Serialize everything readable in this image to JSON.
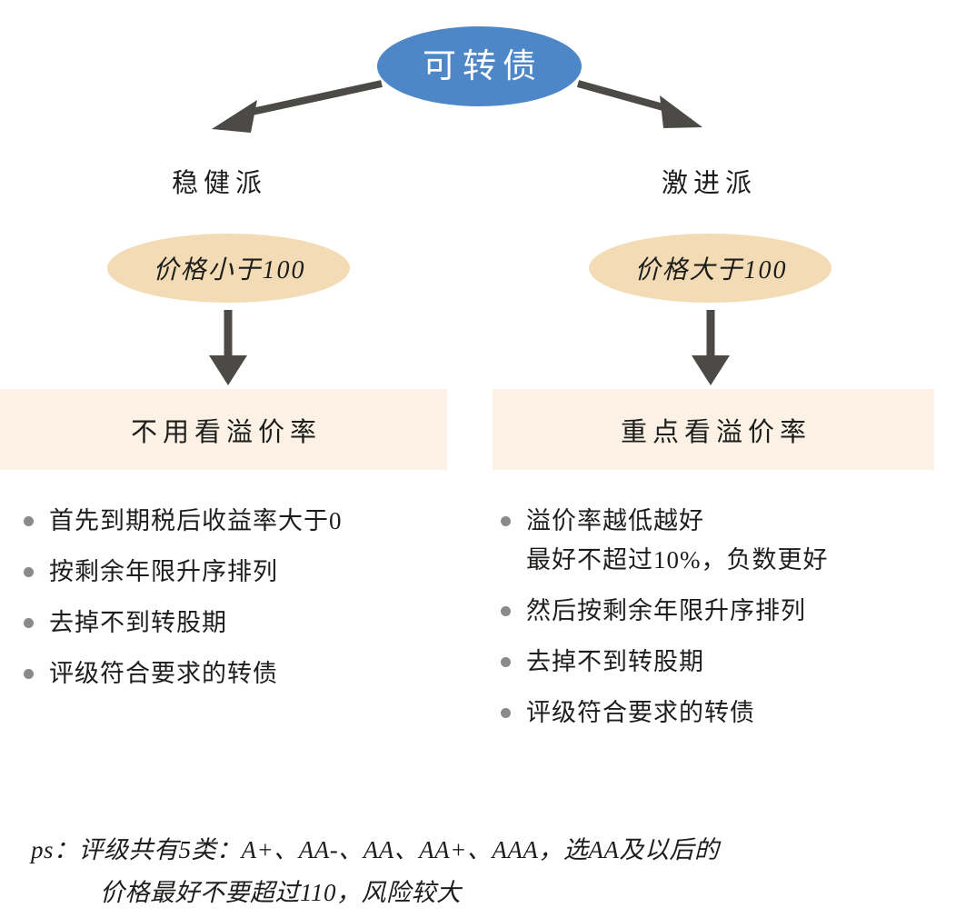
{
  "diagram": {
    "root": {
      "label": "可转债",
      "fill": "#4e87c7",
      "text_color": "#ffffff"
    },
    "branches": [
      {
        "side": "left",
        "branch_label": "稳健派",
        "condition": "价格小于100",
        "condition_fill": "#f3dcb5",
        "result": "不用看溢价率",
        "result_fill": "#fbf1e5",
        "bullets": [
          {
            "text": "首先到期税后收益率大于0",
            "sub": ""
          },
          {
            "text": "按剩余年限升序排列",
            "sub": ""
          },
          {
            "text": "去掉不到转股期",
            "sub": ""
          },
          {
            "text": "评级符合要求的转债",
            "sub": ""
          }
        ]
      },
      {
        "side": "right",
        "branch_label": "激进派",
        "condition": "价格大于100",
        "condition_fill": "#f3dcb5",
        "result": "重点看溢价率",
        "result_fill": "#fbf1e5",
        "bullets": [
          {
            "text": "溢价率越低越好",
            "sub": "最好不超过10%，负数更好"
          },
          {
            "text": "然后按剩余年限升序排列",
            "sub": ""
          },
          {
            "text": "去掉不到转股期",
            "sub": ""
          },
          {
            "text": "评级符合要求的转债",
            "sub": ""
          }
        ]
      }
    ],
    "arrows": {
      "color": "#4c4a47"
    },
    "bullet_dot_color": "#8a8a8a",
    "ps_note": {
      "line1": "ps：评级共有5类：A+、AA-、AA、AA+、AAA，选AA及以后的",
      "line2": "价格最好不要超过110，风险较大"
    }
  }
}
